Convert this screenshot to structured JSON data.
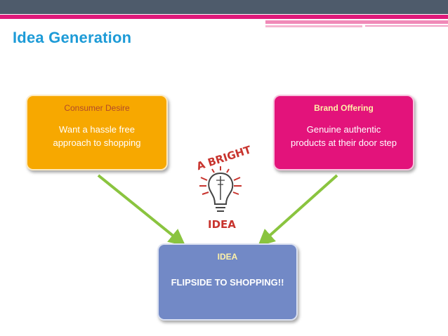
{
  "slide": {
    "title": "Idea Generation"
  },
  "consumer": {
    "heading": "Consumer Desire",
    "line1": "Want a hassle free",
    "line2": "approach to shopping"
  },
  "brand": {
    "heading": "Brand Offering",
    "line1": "Genuine authentic",
    "line2": "products at their door step"
  },
  "idea": {
    "heading": "IDEA",
    "text": "FLIPSIDE TO SHOPPING!!"
  },
  "sketch": {
    "top_text": "A BRIGHT",
    "bottom_text": "IDEA"
  },
  "colors": {
    "accent_blue": "#1d9bd7",
    "consumer_box": "#f7a800",
    "brand_box": "#e3137b",
    "idea_box": "#7289c6",
    "arrow": "#8ac43f"
  }
}
